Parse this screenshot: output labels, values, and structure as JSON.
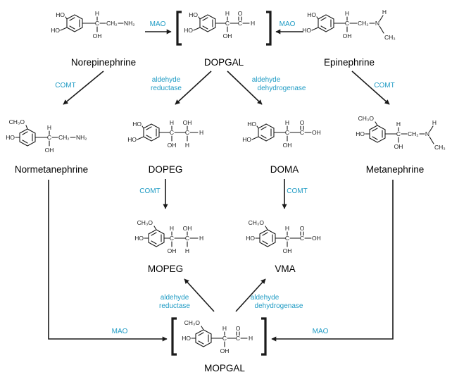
{
  "colors": {
    "enzyme": "#1f9bc4",
    "line": "#1a1a1a",
    "background": "#ffffff"
  },
  "compounds": {
    "norepinephrine": "Norepinephrine",
    "dopgal": "DOPGAL",
    "epinephrine": "Epinephrine",
    "normetanephrine": "Normetanephrine",
    "dopeg": "DOPEG",
    "doma": "DOMA",
    "metanephrine": "Metanephrine",
    "mopeg": "MOPEG",
    "vma": "VMA",
    "mopgal": "MOPGAL"
  },
  "enzymes": {
    "mao": "MAO",
    "comt": "COMT",
    "aldehyde": "aldehyde",
    "reductase": "reductase",
    "dehydrogenase": "dehydrogenase"
  },
  "atoms": {
    "ho": "HO",
    "h3co": "CH₃O",
    "h": "H",
    "c": "C",
    "oh": "OH",
    "o": "O",
    "n": "N",
    "nh2": "NH₂",
    "ch3": "CH₃",
    "ch2": "CH₂"
  }
}
